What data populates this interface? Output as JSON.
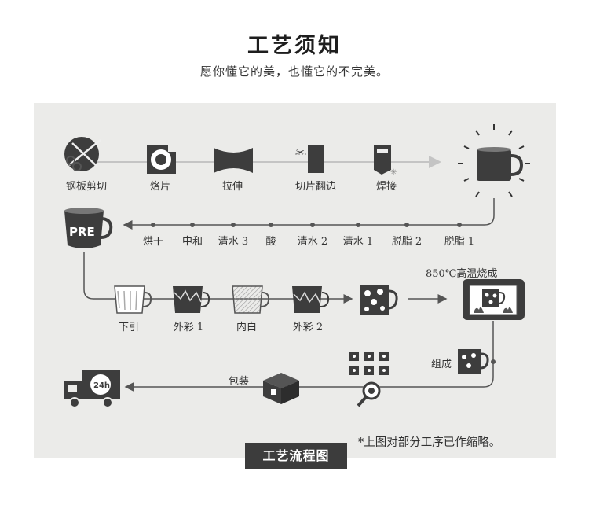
{
  "header": {
    "title": "工艺须知",
    "subtitle": "愿你懂它的美，也懂它的不完美。"
  },
  "flow": {
    "row1": [
      "钢板剪切",
      "烙片",
      "拉伸",
      "切片翻边",
      "焊接"
    ],
    "row2": [
      "烘干",
      "中和",
      "清水 3",
      "酸",
      "清水 2",
      "清水 1",
      "脱脂 2",
      "脱脂 1"
    ],
    "row3": [
      "下引",
      "外彩 1",
      "内白",
      "外彩 2"
    ],
    "firing": "850℃高温烧成",
    "assembly": "组成",
    "packing": "包装",
    "pre_badge": "PRE",
    "delivery_badge": "24h"
  },
  "footer": {
    "badge": "工艺流程图",
    "note": "*上图对部分工序已作缩略。"
  },
  "colors": {
    "dark": "#3d3d3d",
    "panel": "#ebebe9",
    "line": "#555555",
    "arrow_light": "#c4c4c4"
  }
}
